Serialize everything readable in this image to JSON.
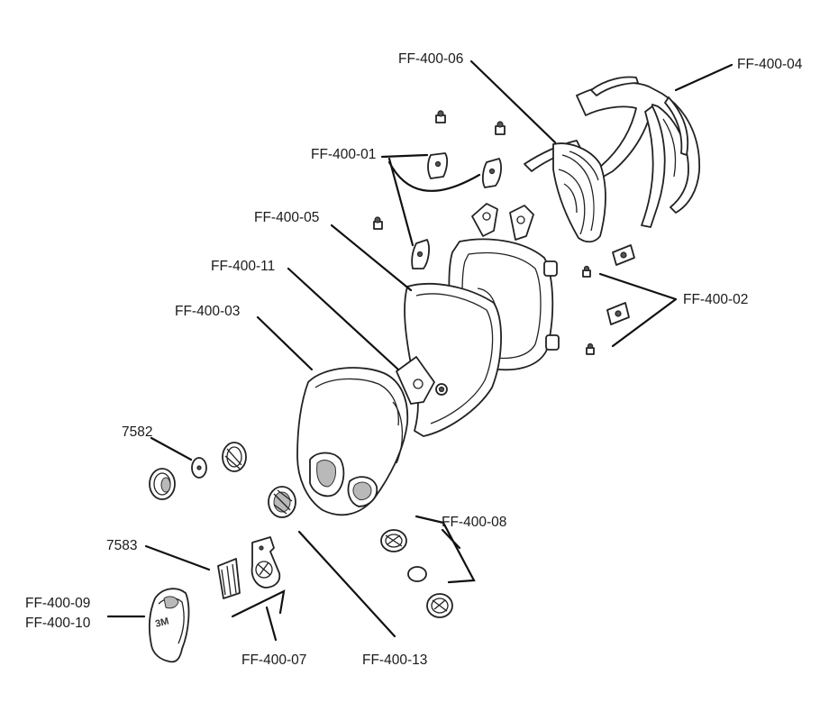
{
  "labels": {
    "ff_400_06": "FF-400-06",
    "ff_400_04": "FF-400-04",
    "ff_400_01": "FF-400-01",
    "ff_400_05": "FF-400-05",
    "ff_400_11": "FF-400-11",
    "ff_400_03": "FF-400-03",
    "ff_400_02": "FF-400-02",
    "p7582": "7582",
    "p7583": "7583",
    "ff_400_08": "FF-400-08",
    "ff_400_09": "FF-400-09",
    "ff_400_10": "FF-400-10",
    "ff_400_07": "FF-400-07",
    "ff_400_13": "FF-400-13"
  },
  "logo_text": "3M",
  "colors": {
    "line": "#111111",
    "background": "#ffffff"
  }
}
